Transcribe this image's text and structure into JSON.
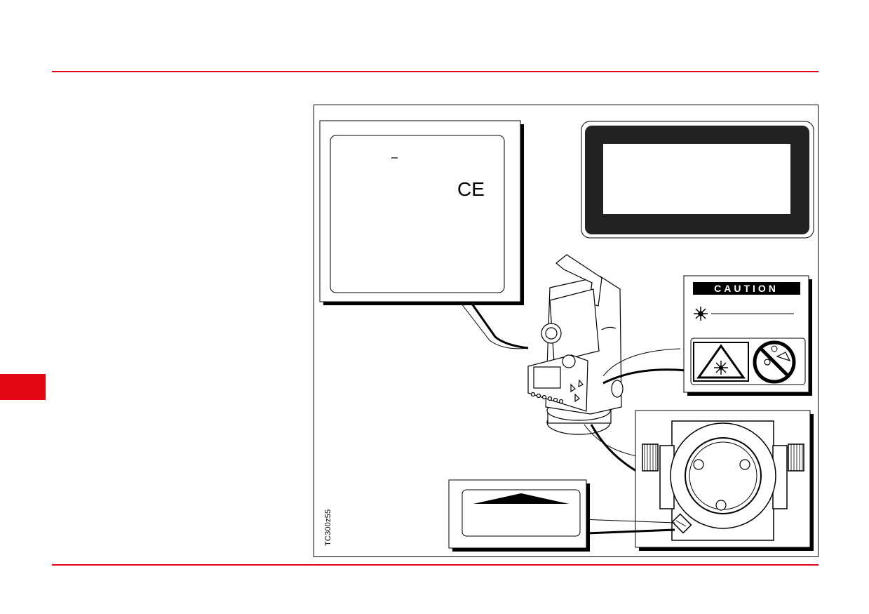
{
  "colors": {
    "accent_red": "#e2001a",
    "side_tab_red": "#e30613",
    "ink": "#000000",
    "label_dark": "#222222"
  },
  "figure": {
    "caution_label": "CAUTION",
    "ce_mark": "CE",
    "code": "TC300z55"
  },
  "icons": [
    "laser-warning-icon",
    "no-eye-exposure-icon",
    "laser-burst-icon",
    "total-station-illustration",
    "tribrach-illustration"
  ]
}
